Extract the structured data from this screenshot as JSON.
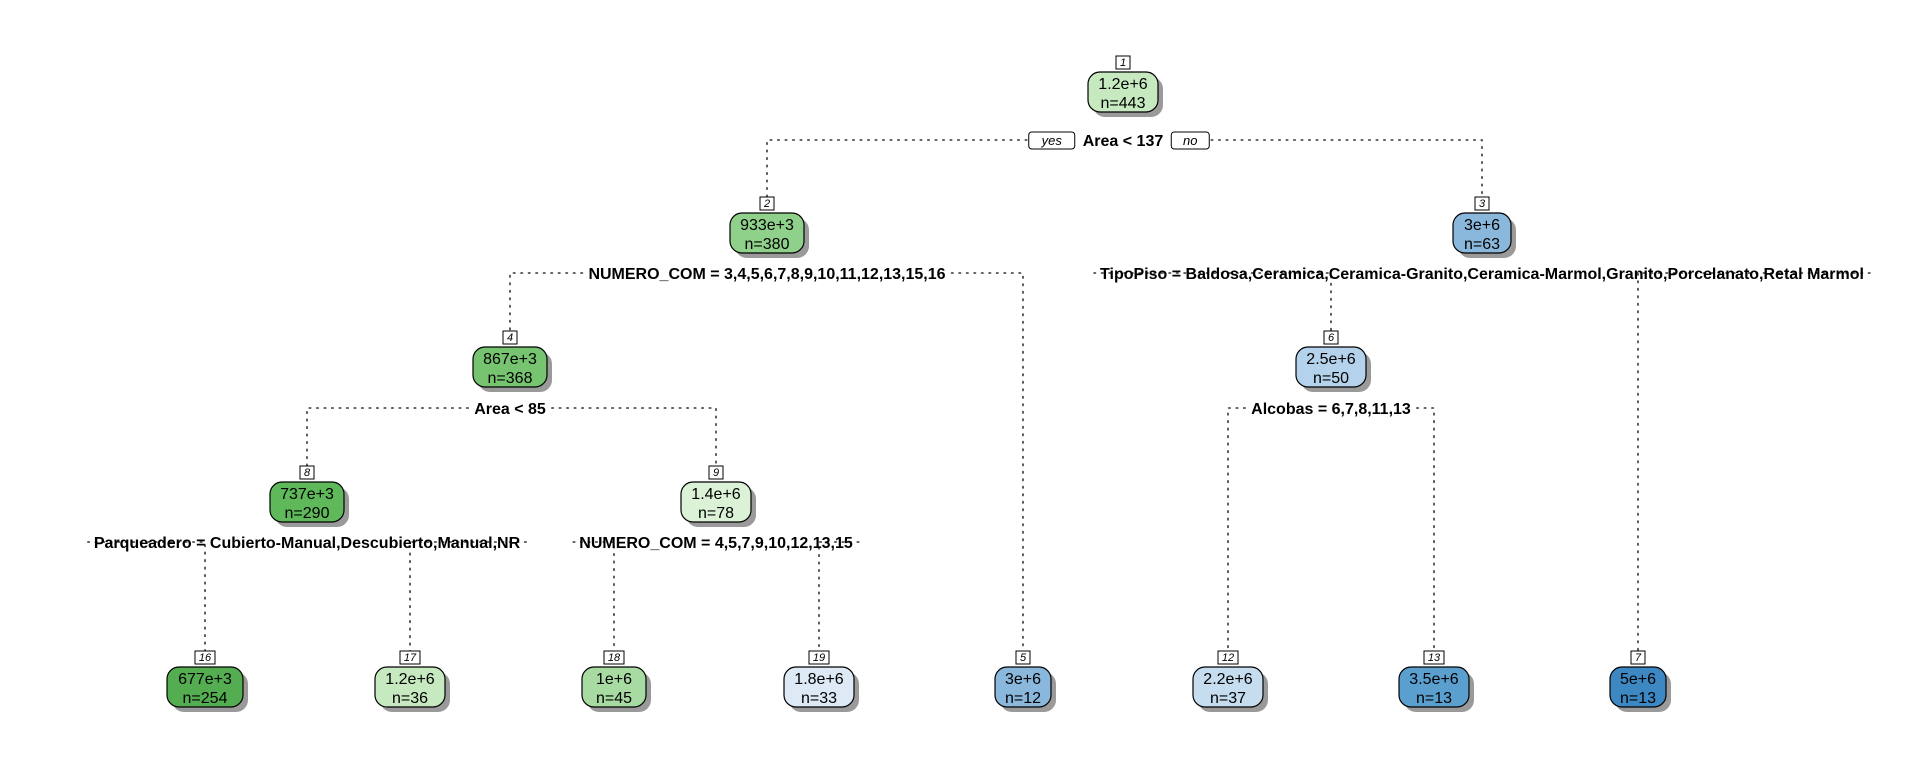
{
  "tree": {
    "nodes": [
      {
        "id": "1",
        "value": "1.2e+6",
        "n": "n=443",
        "color": "#c6e9c0"
      },
      {
        "id": "2",
        "value": "933e+3",
        "n": "n=380",
        "color": "#8fd08a"
      },
      {
        "id": "3",
        "value": "3e+6",
        "n": "n=63",
        "color": "#8ab7dc"
      },
      {
        "id": "4",
        "value": "867e+3",
        "n": "n=368",
        "color": "#76c46f"
      },
      {
        "id": "6",
        "value": "2.5e+6",
        "n": "n=50",
        "color": "#b5d2ec"
      },
      {
        "id": "8",
        "value": "737e+3",
        "n": "n=290",
        "color": "#5fb85a"
      },
      {
        "id": "9",
        "value": "1.4e+6",
        "n": "n=78",
        "color": "#dcf2d6"
      },
      {
        "id": "16",
        "value": "677e+3",
        "n": "n=254",
        "color": "#54ad51"
      },
      {
        "id": "17",
        "value": "1.2e+6",
        "n": "n=36",
        "color": "#c6e9c0"
      },
      {
        "id": "18",
        "value": "1e+6",
        "n": "n=45",
        "color": "#a8dba2"
      },
      {
        "id": "19",
        "value": "1.8e+6",
        "n": "n=33",
        "color": "#dde9f5"
      },
      {
        "id": "5",
        "value": "3e+6",
        "n": "n=12",
        "color": "#8ab7dc"
      },
      {
        "id": "12",
        "value": "2.2e+6",
        "n": "n=37",
        "color": "#c6dcef"
      },
      {
        "id": "13",
        "value": "3.5e+6",
        "n": "n=13",
        "color": "#5b9fcf"
      },
      {
        "id": "7",
        "value": "5e+6",
        "n": "n=13",
        "color": "#3d87c2"
      }
    ],
    "splits": [
      {
        "node": "1",
        "label": "Area < 137"
      },
      {
        "node": "2",
        "label": "NUMERO_COM = 3,4,5,6,7,8,9,10,11,12,13,15,16"
      },
      {
        "node": "3",
        "label": "TipoPiso = Baldosa,Ceramica,Ceramica-Granito,Ceramica-Marmol,Granito,Porcelanato,Retal Marmol"
      },
      {
        "node": "4",
        "label": "Area < 85"
      },
      {
        "node": "6",
        "label": "Alcobas = 6,7,8,11,13"
      },
      {
        "node": "8",
        "label": "Parqueadero = Cubierto-Manual,Descubierto,Manual,NR"
      },
      {
        "node": "9",
        "label": "NUMERO_COM = 4,5,7,9,10,12,13,15"
      }
    ],
    "yes_label": "yes",
    "no_label": "no"
  }
}
